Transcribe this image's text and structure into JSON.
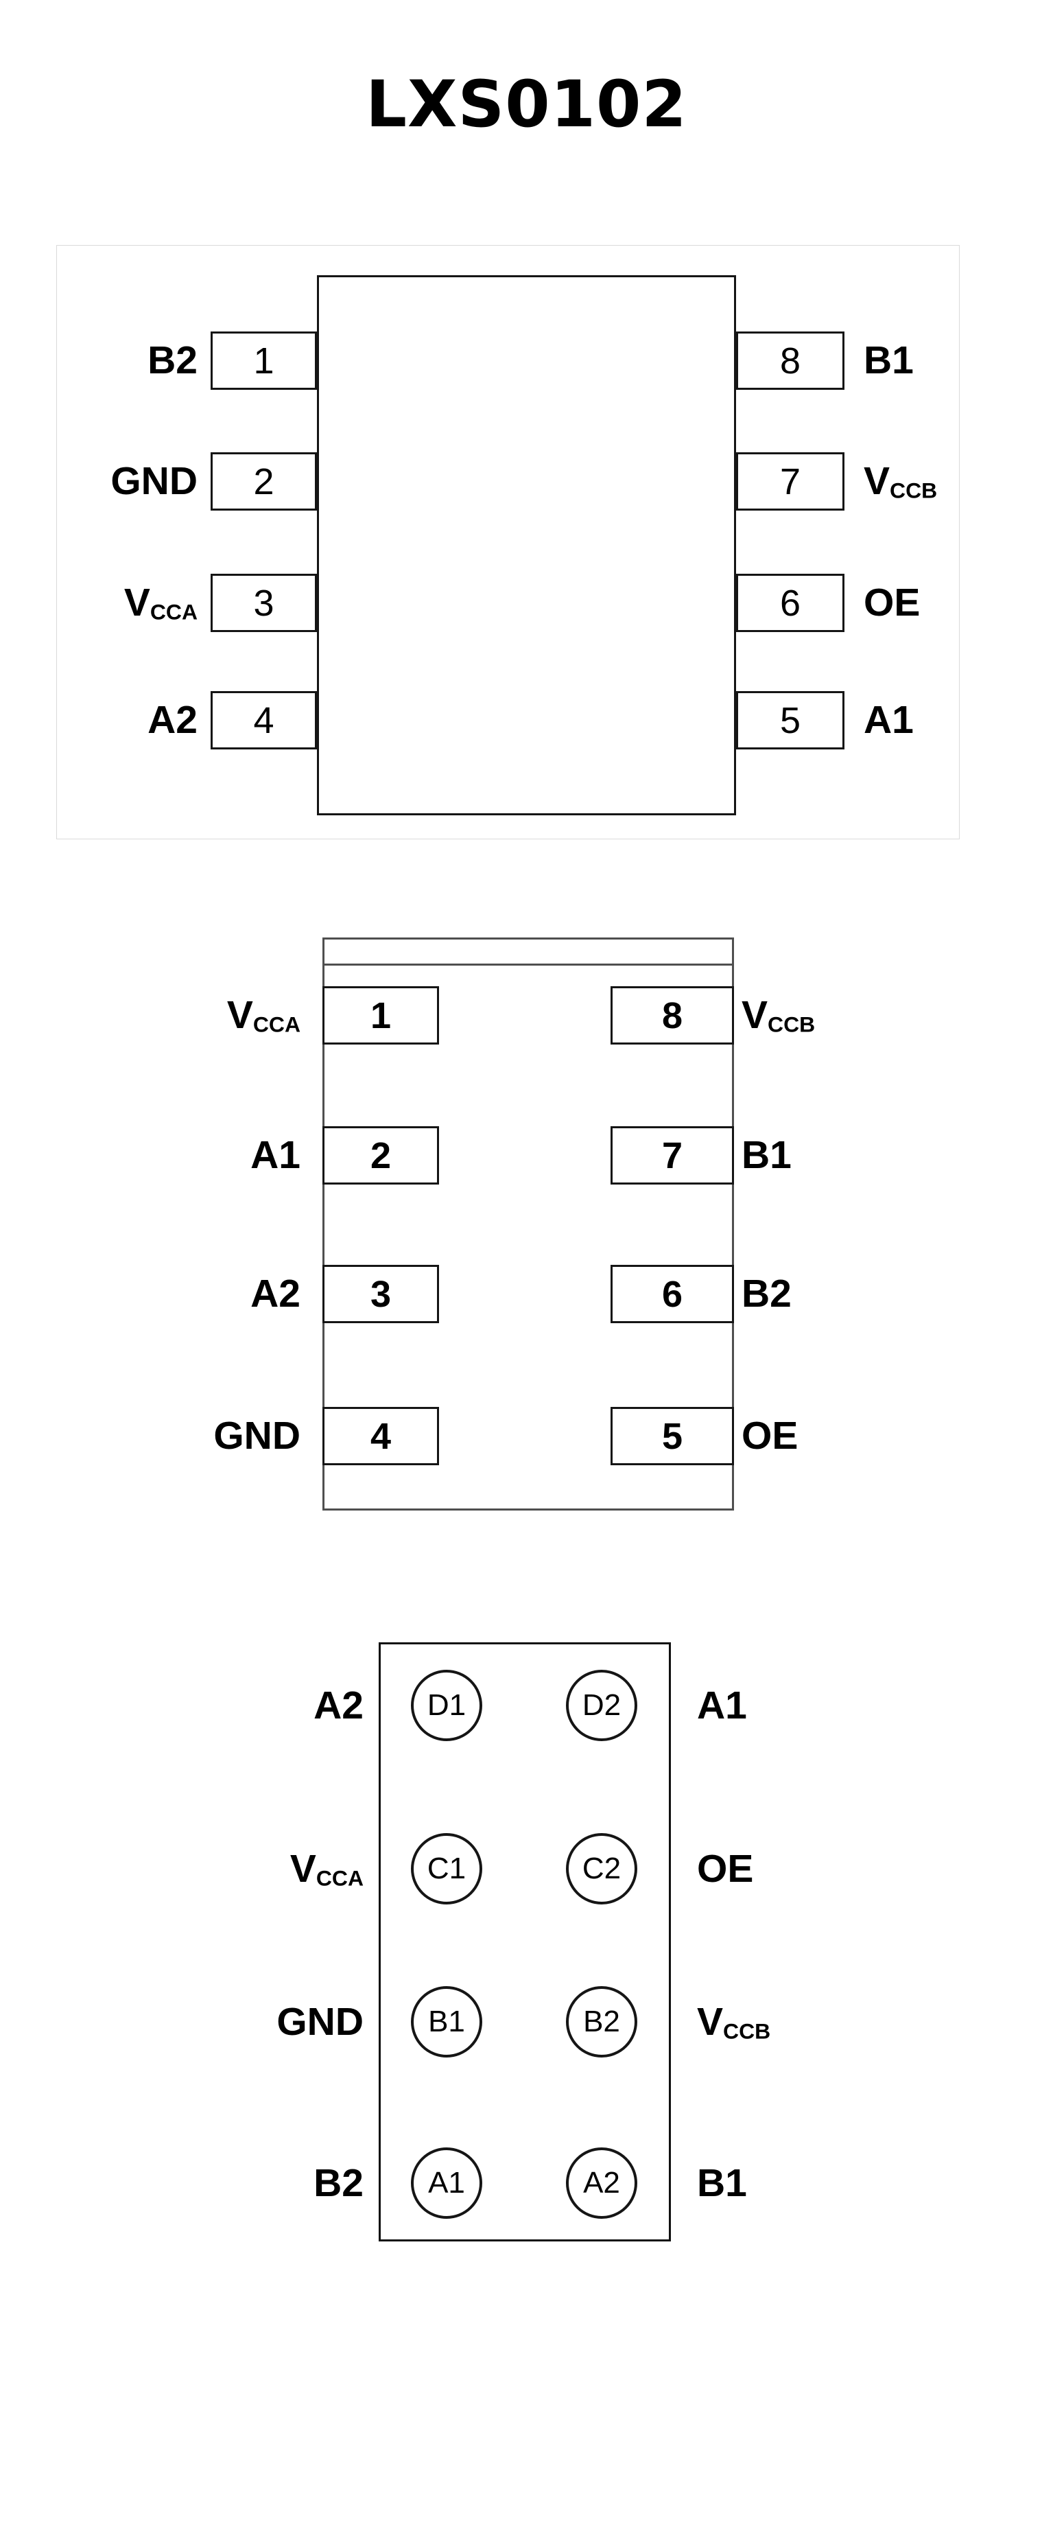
{
  "title": "LXS0102",
  "soic": {
    "left": [
      {
        "name": "B2",
        "sub": "",
        "num": "1"
      },
      {
        "name": "GND",
        "sub": "",
        "num": "2"
      },
      {
        "name": "V",
        "sub": "CCA",
        "num": "3"
      },
      {
        "name": "A2",
        "sub": "",
        "num": "4"
      }
    ],
    "right": [
      {
        "name": "B1",
        "sub": "",
        "num": "8"
      },
      {
        "name": "V",
        "sub": "CCB",
        "num": "7"
      },
      {
        "name": "OE",
        "sub": "",
        "num": "6"
      },
      {
        "name": "A1",
        "sub": "",
        "num": "5"
      }
    ]
  },
  "vssop": {
    "left": [
      {
        "name": "V",
        "sub": "CCA",
        "num": "1"
      },
      {
        "name": "A1",
        "sub": "",
        "num": "2"
      },
      {
        "name": "A2",
        "sub": "",
        "num": "3"
      },
      {
        "name": "GND",
        "sub": "",
        "num": "4"
      }
    ],
    "right": [
      {
        "name": "V",
        "sub": "CCB",
        "num": "8"
      },
      {
        "name": "B1",
        "sub": "",
        "num": "7"
      },
      {
        "name": "B2",
        "sub": "",
        "num": "6"
      },
      {
        "name": "OE",
        "sub": "",
        "num": "5"
      }
    ]
  },
  "bga": {
    "rows": [
      {
        "left_label": {
          "name": "A2",
          "sub": ""
        },
        "left_ball": "D1",
        "right_ball": "D2",
        "right_label": {
          "name": "A1",
          "sub": ""
        }
      },
      {
        "left_label": {
          "name": "V",
          "sub": "CCA"
        },
        "left_ball": "C1",
        "right_ball": "C2",
        "right_label": {
          "name": "OE",
          "sub": ""
        }
      },
      {
        "left_label": {
          "name": "GND",
          "sub": ""
        },
        "left_ball": "B1",
        "right_ball": "B2",
        "right_label": {
          "name": "V",
          "sub": "CCB"
        }
      },
      {
        "left_label": {
          "name": "B2",
          "sub": ""
        },
        "left_ball": "A1",
        "right_ball": "A2",
        "right_label": {
          "name": "B1",
          "sub": ""
        }
      }
    ]
  }
}
